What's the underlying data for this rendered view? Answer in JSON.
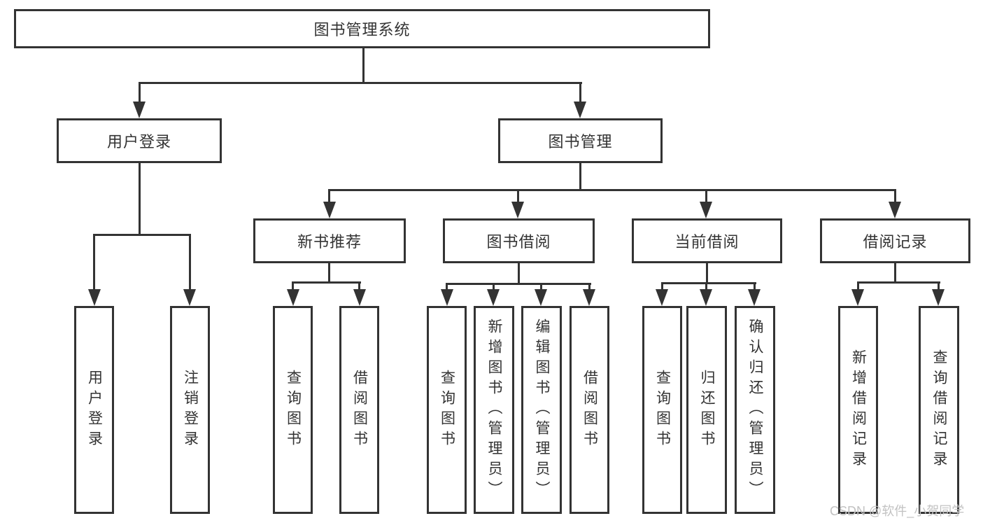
{
  "diagram": {
    "type": "hierarchy",
    "title": "图书管理系统"
  },
  "nodes": {
    "root": "图书管理系统",
    "user_login": "用户登录",
    "book_mgmt": "图书管理",
    "new_book_rec": "新书推荐",
    "book_borrow": "图书借阅",
    "current_borrow": "当前借阅",
    "borrow_records": "借阅记录",
    "ul_user_login": "用户登录",
    "ul_logout": "注销登录",
    "nb_query_books": "查询图书",
    "nb_borrow_books": "借阅图书",
    "bb_query_books": "查询图书",
    "bb_add_books": "新增图书（管理员）",
    "bb_edit_books": "编辑图书（管理员）",
    "bb_borrow_books": "借阅图书",
    "cb_query_books": "查询图书",
    "cb_return_books": "归还图书",
    "cb_confirm_return": "确认归还（管理员）",
    "br_add_record": "新增借阅记录",
    "br_query_record": "查询借阅记录"
  },
  "hierarchy": {
    "图书管理系统": {
      "用户登录": [
        "用户登录",
        "注销登录"
      ],
      "图书管理": {
        "新书推荐": [
          "查询图书",
          "借阅图书"
        ],
        "图书借阅": [
          "查询图书",
          "新增图书（管理员）",
          "编辑图书（管理员）",
          "借阅图书"
        ],
        "当前借阅": [
          "查询图书",
          "归还图书",
          "确认归还（管理员）"
        ],
        "借阅记录": [
          "新增借阅记录",
          "查询借阅记录"
        ]
      }
    }
  },
  "watermark": "CSDN @软件_小贺同学",
  "colors": {
    "line": "#333333",
    "text": "#333333",
    "watermark": "#c2c2c2",
    "background": "#ffffff"
  }
}
